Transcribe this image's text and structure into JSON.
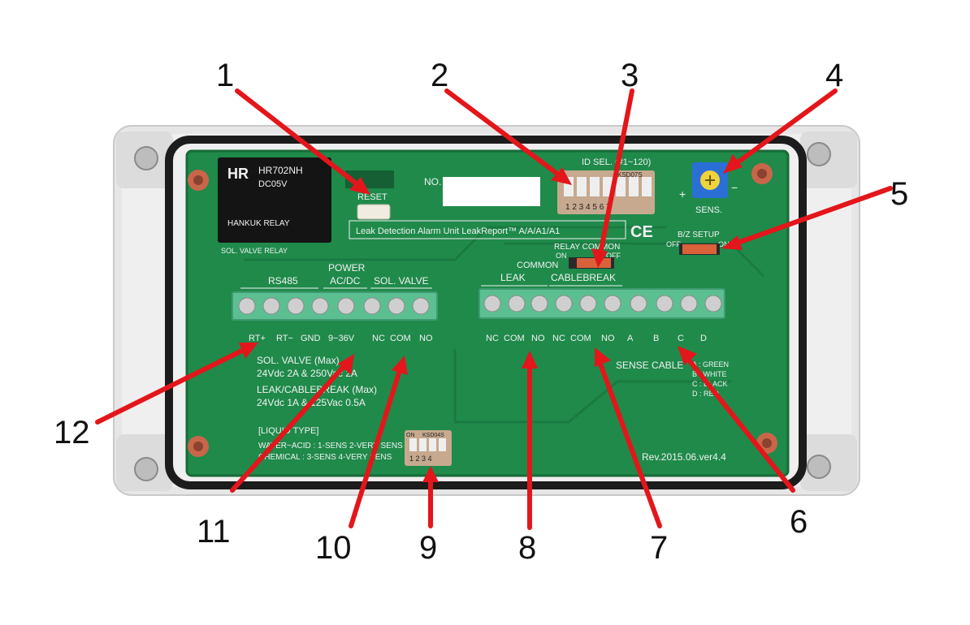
{
  "colors": {
    "enclosure": "#e9e9e9",
    "gasket": "#1c1c1c",
    "pcb": "#1f8a4a",
    "terminal": "#56b58a",
    "arrow": "#e3161b",
    "relay": "#111111",
    "dip": "#c98a6a",
    "pot": "#2a6fd6"
  },
  "callouts": {
    "c1": "1",
    "c2": "2",
    "c3": "3",
    "c4": "4",
    "c5": "5",
    "c6": "6",
    "c7": "7",
    "c8": "8",
    "c9": "9",
    "c10": "10",
    "c11": "11",
    "c12": "12"
  },
  "board": {
    "relay_brand": "HR",
    "relay_model": "HR702NH",
    "relay_voltage": "DC05V",
    "relay_maker": "HANKUK RELAY",
    "sol_relay_label": "SOL. VALVE RELAY",
    "reset_label": "RESET",
    "no_label": "NO.",
    "id_sel_label": "ID SEL. (#1~120)",
    "dip_id_model": "KSD07S",
    "dip_id_numbers": "1 2 3 4 5 6 7",
    "sens_label": "SENS.",
    "sens_plus": "+",
    "sens_minus": "−",
    "product_title": "Leak Detection Alarm Unit LeakReport™ A/A/A1/A1",
    "ce_mark": "CE",
    "relay_common_label": "RELAY COMMON",
    "relay_common_on": "ON",
    "relay_common_off": "OFF",
    "bz_setup_label": "B/Z SETUP",
    "bz_off": "OFF",
    "bz_on": "ON",
    "common_label": "COMMON",
    "leak_header": "LEAK",
    "cablebreak_header": "CABLEBREAK",
    "rs485_header": "RS485",
    "power_header": "POWER",
    "acdc_header": "AC/DC",
    "solvalve_header": "SOL. VALVE",
    "term_left_labels": [
      "RT+",
      "RT−",
      "GND",
      "9−36V",
      "NC",
      "COM",
      "NO"
    ],
    "term_right_labels": [
      "NC",
      "COM",
      "NO",
      "NC",
      "COM",
      "NO",
      "A",
      "B",
      "C",
      "D"
    ],
    "solvalve_spec_1": "SOL. VALVE (Max)",
    "solvalve_spec_2": "24Vdc 2A & 250Vac 2A",
    "leak_spec_1": "LEAK/CABLEBREAK (Max)",
    "leak_spec_2": "24Vdc 1A & 125Vac 0.5A",
    "liquid_type_label": "[LIQUID TYPE]",
    "liquid_line_1": "WATER~ACID : 1-SENS 2-VERY SENS",
    "liquid_line_2": "CHEMICAL : 3-SENS 4-VERY SENS",
    "dip_liquid_model": "KSD04S",
    "dip_liquid_on": "ON",
    "dip_liquid_numbers": "1 2 3 4",
    "sense_cable_label": "SENSE CABLE",
    "sense_a": "A : GREEN",
    "sense_b": "B : WHITE",
    "sense_c": "C : BLACK",
    "sense_d": "D : RED",
    "revision": "Rev.2015.06.ver4.4"
  }
}
